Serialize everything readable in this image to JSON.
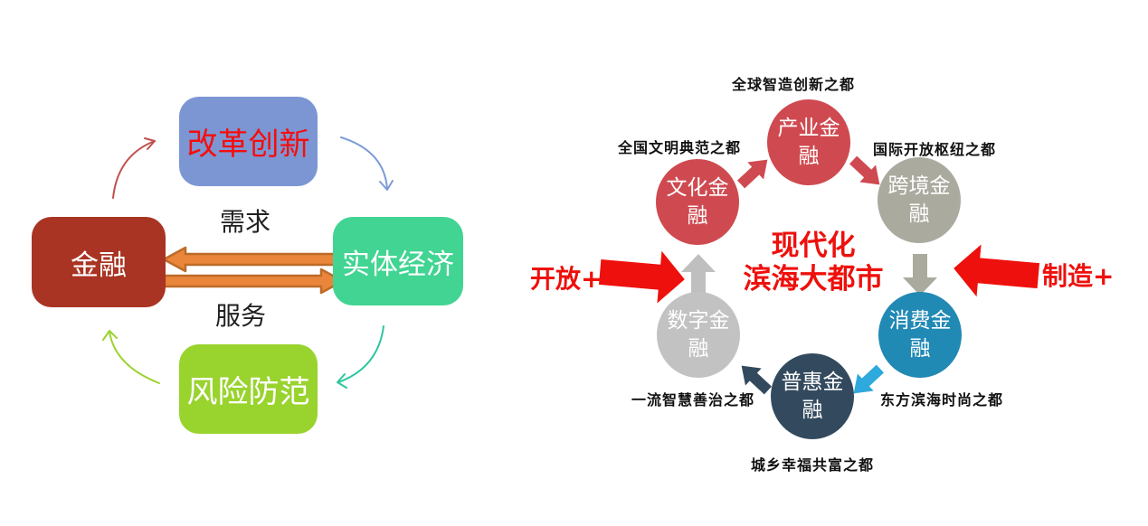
{
  "left_diagram": {
    "nodes": {
      "reform": {
        "label": "改革创新"
      },
      "finance": {
        "label": "金融"
      },
      "real_economy": {
        "label": "实体经济"
      },
      "risk": {
        "label": "风险防范"
      }
    },
    "edge_labels": {
      "demand": "需求",
      "service": "服务"
    }
  },
  "right_diagram": {
    "center": {
      "line1": "现代化",
      "line2": "滨海大都市"
    },
    "circles": [
      {
        "id": "industry",
        "line1": "产业金",
        "line2": "融",
        "caption": "全球智造创新之都"
      },
      {
        "id": "crossborder",
        "line1": "跨境金",
        "line2": "融",
        "caption": "国际开放枢纽之都"
      },
      {
        "id": "consumer",
        "line1": "消费金",
        "line2": "融",
        "caption": "东方滨海时尚之都"
      },
      {
        "id": "inclusive",
        "line1": "普惠金",
        "line2": "融",
        "caption": "城乡幸福共富之都"
      },
      {
        "id": "digital",
        "line1": "数字金",
        "line2": "融",
        "caption": "一流智慧善治之都"
      },
      {
        "id": "culture",
        "line1": "文化金",
        "line2": "融",
        "caption": "全国文明典范之都"
      }
    ],
    "side_arrows": {
      "left_label": "开放+",
      "right_label": "制造+"
    }
  },
  "colors": {
    "box_blue": "#7C96D3",
    "box_brick": "#A93423",
    "box_mint": "#41D492",
    "box_lime": "#99D32E",
    "bright_red": "#F50D0D",
    "accent_red": "#EE100C",
    "orange_fill": "#E9863B",
    "orange_edge": "#BE6B28",
    "cycle_red": "#C0504D",
    "cycle_blue": "#7D9BD8",
    "cycle_teal": "#2EC69E",
    "cycle_lime": "#9CD32F",
    "circle_red": "#CF4A50",
    "circle_warm_gray": "#ABAA9F",
    "circle_teal": "#2089B4",
    "circle_navy": "#334A5E",
    "circle_silver": "#C2C2C2",
    "chevron_light_blue": "#2EA9DD",
    "arrow_up_gray": "#BFBFBF"
  }
}
